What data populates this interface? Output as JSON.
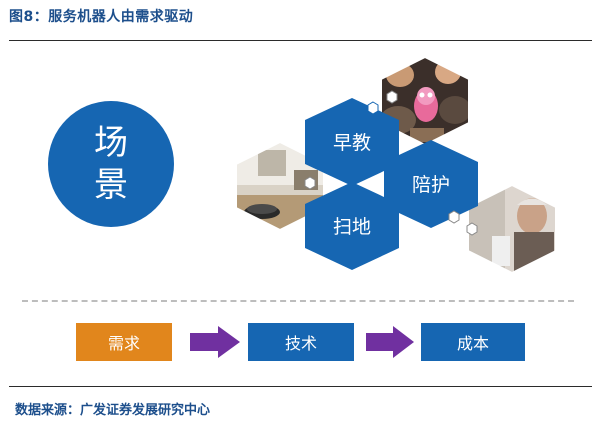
{
  "figure": {
    "title": "图8：服务机器人由需求驱动",
    "source": "数据来源：广发证券发展研究中心"
  },
  "scene_circle": {
    "line1": "场",
    "line2": "景"
  },
  "hexagons": [
    {
      "label": "早教"
    },
    {
      "label": "陪护"
    },
    {
      "label": "扫地"
    }
  ],
  "photos": [
    {
      "icon": "robot-vacuum-photo-icon"
    },
    {
      "icon": "kids-with-robot-photo-icon"
    },
    {
      "icon": "elderly-man-photo-icon"
    }
  ],
  "flow": {
    "boxes": [
      "需求",
      "技术",
      "成本"
    ],
    "arrow_color": "#7030a0"
  },
  "colors": {
    "blue": "#1666b2",
    "orange": "#e1861c",
    "title": "#1d4f8c"
  }
}
